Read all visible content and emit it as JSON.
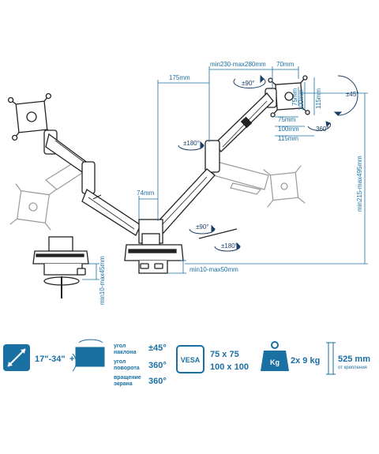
{
  "dimensions": {
    "reach_min_max": "min230-max280mm",
    "offset_70": "70mm",
    "offset_175": "175mm",
    "width_74": "74mm",
    "desk_clamp": "min10-max50mm",
    "grommet": "min10-max45mm",
    "height_range": "min215-max495mm",
    "vesa_75": "75mm",
    "vesa_100a": "100mm",
    "vesa_115a": "115mm",
    "vesa_75b": "75mm",
    "vesa_100b": "100mm",
    "vesa_115b": "115mm"
  },
  "angles": {
    "top_swivel": "±90°",
    "tilt": "±45°",
    "rotate": "360°",
    "arm_swivel": "±180°",
    "base_swivel_a": "±90°",
    "base_swivel_b": "±180°"
  },
  "specs": {
    "screen_size": "17\"-34\"",
    "tilt_label_line1": "угол",
    "tilt_label_line2": "наклона",
    "swivel_label_line1": "угол",
    "swivel_label_line2": "поворота",
    "rotate_label_line1": "вращение",
    "rotate_label_line2": "экрана",
    "tilt_value": "±45°",
    "swivel_value": "360°",
    "rotate_value": "360°",
    "vesa_badge": "VESA",
    "vesa_line1": "75 x 75",
    "vesa_line2": "100 x 100",
    "weight_badge": "Kg",
    "weight_value": "2x 9 kg",
    "height_value": "525 mm",
    "height_caption": "от крепления"
  },
  "colors": {
    "dimension_blue": "#1a6fa3",
    "line_dark": "#222222",
    "ghost_gray": "#9a9a9a"
  }
}
